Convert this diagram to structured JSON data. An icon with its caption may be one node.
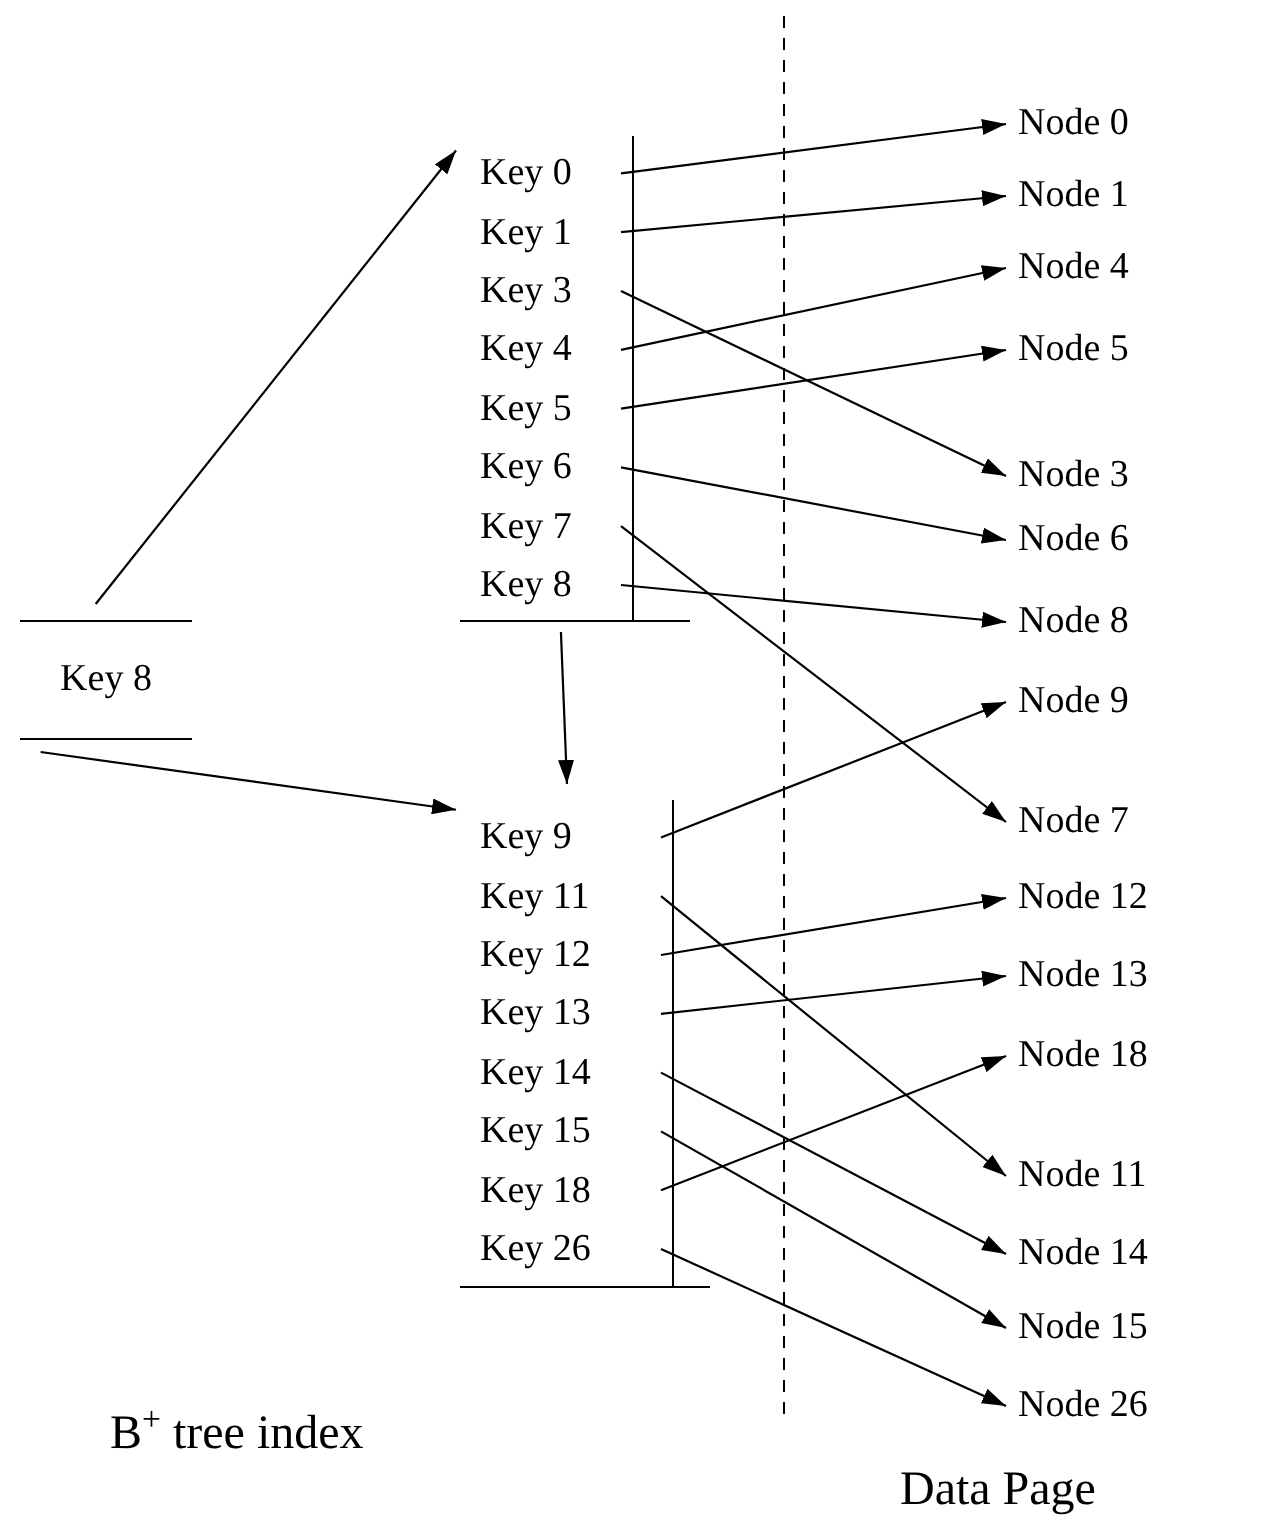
{
  "diagram": {
    "nodes": [
      {
        "text": [
          "Key 8"
        ]
      },
      {
        "text": [],
        "shape": "bracket"
      },
      {
        "text": [
          "Key 0"
        ],
        "in": 1
      },
      {
        "text": [
          "Key 1"
        ],
        "in": 1
      },
      {
        "text": [
          "Key 3"
        ],
        "in": 1
      },
      {
        "text": [
          "Key 4"
        ],
        "in": 1
      },
      {
        "text": [
          "Key 5"
        ],
        "in": 1
      },
      {
        "text": [
          "Key 6"
        ],
        "in": 1
      },
      {
        "text": [
          "Key 7"
        ],
        "in": 1
      },
      {
        "text": [
          "Key 8"
        ],
        "in": 1
      },
      {
        "text": [],
        "shape": "bracket"
      },
      {
        "text": [
          "Key 9"
        ],
        "in": 10
      },
      {
        "text": [
          "Key 11"
        ],
        "in": 10
      },
      {
        "text": [
          "Key 12"
        ],
        "in": 10
      },
      {
        "text": [
          "Key 13"
        ],
        "in": 10
      },
      {
        "text": [
          "Key 14"
        ],
        "in": 10
      },
      {
        "text": [
          "Key 15"
        ],
        "in": 10
      },
      {
        "text": [
          "Key 18"
        ],
        "in": 10
      },
      {
        "text": [
          "Key 26"
        ],
        "in": 10
      },
      {
        "text": [
          "Node 0"
        ]
      },
      {
        "text": [
          "Node 1"
        ]
      },
      {
        "text": [
          "Node 4"
        ]
      },
      {
        "text": [
          "Node 5"
        ]
      },
      {
        "text": [
          "Node 3"
        ]
      },
      {
        "text": [
          "Node 6"
        ]
      },
      {
        "text": [
          "Node 8"
        ]
      },
      {
        "text": [
          "Node 9"
        ]
      },
      {
        "text": [
          "Node 7"
        ]
      },
      {
        "text": [
          "Node 12"
        ]
      },
      {
        "text": [
          "Node 13"
        ]
      },
      {
        "text": [
          "Node 18"
        ]
      },
      {
        "text": [
          "Node 11"
        ]
      },
      {
        "text": [
          "Node 14"
        ]
      },
      {
        "text": [
          "Node 15"
        ]
      },
      {
        "text": [
          "Node 26"
        ]
      }
    ],
    "edges": [
      {
        "from": 0,
        "to": 1,
        "arrow": "to"
      },
      {
        "from": 0,
        "to": 10,
        "arrow": "to"
      },
      {
        "from": 1,
        "to": 10,
        "arrow": "to"
      },
      {
        "from": 2,
        "to": 19,
        "arrow": "to"
      },
      {
        "from": 3,
        "to": 20,
        "arrow": "to"
      },
      {
        "from": 4,
        "to": 23,
        "arrow": "to"
      },
      {
        "from": 5,
        "to": 21,
        "arrow": "to"
      },
      {
        "from": 6,
        "to": 22,
        "arrow": "to"
      },
      {
        "from": 7,
        "to": 24,
        "arrow": "to"
      },
      {
        "from": 8,
        "to": 27,
        "arrow": "to"
      },
      {
        "from": 9,
        "to": 25,
        "arrow": "to"
      },
      {
        "from": 11,
        "to": 26,
        "arrow": "to"
      },
      {
        "from": 12,
        "to": 31,
        "arrow": "to"
      },
      {
        "from": 13,
        "to": 28,
        "arrow": "to"
      },
      {
        "from": 14,
        "to": 29,
        "arrow": "to"
      },
      {
        "from": 15,
        "to": 32,
        "arrow": "to"
      },
      {
        "from": 16,
        "to": 33,
        "arrow": "to"
      },
      {
        "from": 17,
        "to": 30,
        "arrow": "to"
      },
      {
        "from": 18,
        "to": 34,
        "arrow": "to"
      }
    ],
    "labels": [
      "B$^{+}$ tree index",
      "Data Page"
    ]
  }
}
